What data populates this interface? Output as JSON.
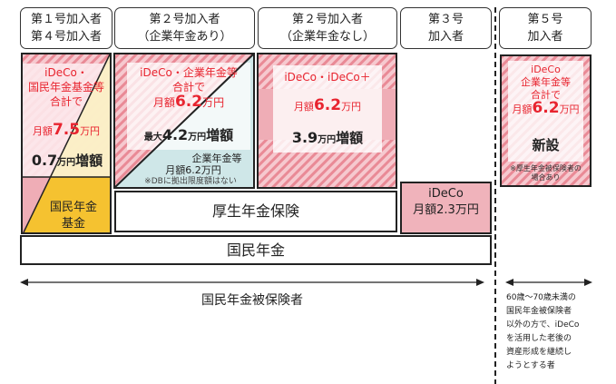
{
  "headers": [
    {
      "label": "第１号加入者\n第４号加入者"
    },
    {
      "label": "第２号加入者\n（企業年金あり）"
    },
    {
      "label": "第２号加入者\n（企業年金なし）"
    },
    {
      "label": "第３号\n加入者"
    },
    {
      "label": "第５号\n加入者"
    }
  ],
  "col1": {
    "line1": "iDeCo・",
    "line2": "国民年金基金等",
    "line3": "合計で",
    "amount_prefix": "月額",
    "amount": "7.5",
    "amount_unit": "万円",
    "increase_num": "0.7",
    "increase_unit": "万円",
    "increase_word": "増額",
    "fund_label": "国民年金\n基金"
  },
  "col2": {
    "line1": "iDeCo・企業年金等",
    "line2": "合計で",
    "amount_prefix": "月額",
    "amount": "6.2",
    "amount_unit": "万円",
    "increase_prefix": "最大",
    "increase_num": "4.2",
    "increase_unit": "万円",
    "increase_word": "増額",
    "corp_line1": "企業年金等",
    "corp_line2": "月額6.2万円",
    "corp_note": "※DBに拠出限度額はない"
  },
  "col3": {
    "line1": "iDeCo・iDeCo＋",
    "amount_prefix": "月額",
    "amount": "6.2",
    "amount_unit": "万円",
    "increase_num": "3.9",
    "increase_unit": "万円",
    "increase_word": "増額"
  },
  "col4": {
    "line1": "iDeCo",
    "line2": "月額2.3万円"
  },
  "col5": {
    "line1": "iDeCo",
    "line2": "企業年金等",
    "line3": "合計で",
    "amount_prefix": "月額",
    "amount": "6.2",
    "amount_unit": "万円",
    "new_label": "新設",
    "note": "※厚生年金被保険者の\n場合あり"
  },
  "kosei": "厚生年金保険",
  "kokumin": "国民年金",
  "insured_label": "国民年金被保険者",
  "right_note": "60歳～70歳未満の\n国民年金被保険者\n以外の方で、iDeCo\nを活用した老後の\n資産形成を継続し\nようとする者",
  "colors": {
    "red": "#e8242f",
    "pink": "#f0b3bb",
    "yellow": "#f5c230",
    "light_blue": "#cfe7e8"
  }
}
